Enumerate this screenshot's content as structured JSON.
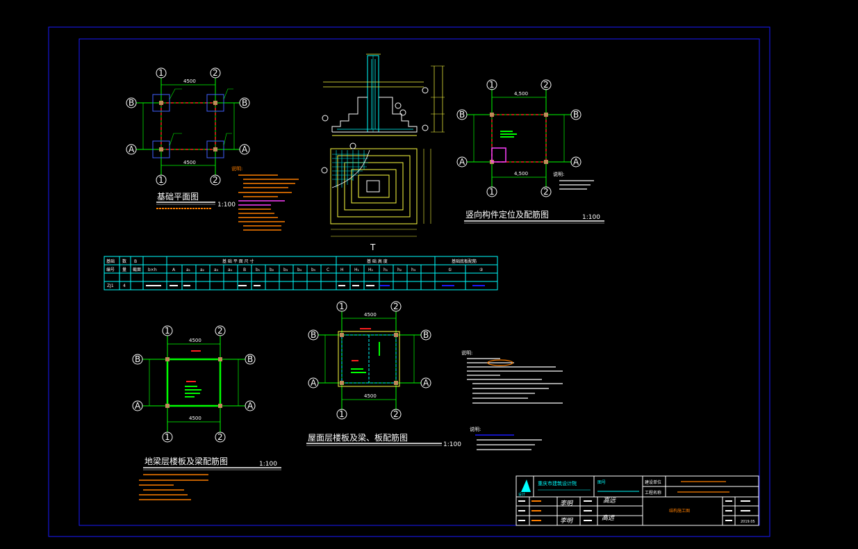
{
  "colors": {
    "background": "#000000",
    "frame": "#1a1aff",
    "grid_line": "#00ff00",
    "beam_red": "#ff2020",
    "column": "#c08a5a",
    "text_white": "#ffffff",
    "notes_orange": "#ff7f00",
    "notes_magenta": "#ff40ff",
    "yellow": "#ffff40",
    "cyan": "#00ffff"
  },
  "axes": {
    "num1": "1",
    "num2": "2",
    "letA": "A",
    "letB": "B"
  },
  "dims": {
    "span": "4500",
    "span_v": "4500",
    "span_alt": "4,500"
  },
  "drawings": {
    "foundation_plan": {
      "title": "基础平面图",
      "scale": "1:100"
    },
    "vertical_members": {
      "title": "竖向构件定位及配筋图",
      "scale": "1:100"
    },
    "ground_beam": {
      "title": "地梁层楼板及梁配筋图",
      "scale": "1:100"
    },
    "roof": {
      "title": "屋面层楼板及梁、板配筋图",
      "scale": "1:100"
    }
  },
  "section_label": "T",
  "notes_header": "说明:",
  "notes_header2": "说明:",
  "notes_header3": "说明:",
  "notes_header4": "说明:",
  "table": {
    "header_top": [
      "基础",
      "数",
      "B",
      "",
      "基 础 平 面 尺 寸",
      "基 础 高 度",
      "基础底板配筋"
    ],
    "header_bottom": [
      "编号",
      "量",
      "截面",
      "b×h",
      "A",
      "a₁",
      "a₂",
      "a₃",
      "a₄",
      "B",
      "b₁",
      "b₂",
      "b₃",
      "b₄",
      "b₅",
      "C",
      "H",
      "H₁",
      "H₂",
      "h₁",
      "h₂",
      "h₃",
      "①",
      "②"
    ],
    "row": [
      "ZJ1",
      "4"
    ]
  },
  "title_block": {
    "company": "重庆市建筑设计院",
    "logo_text": "设计",
    "drawing_no_label": "图号",
    "project_label": "建设单位",
    "stage_label": "工程名称",
    "sheet_title": "结构施工图",
    "date": "2019.05",
    "sign1": "李明",
    "sign2": "高远"
  }
}
